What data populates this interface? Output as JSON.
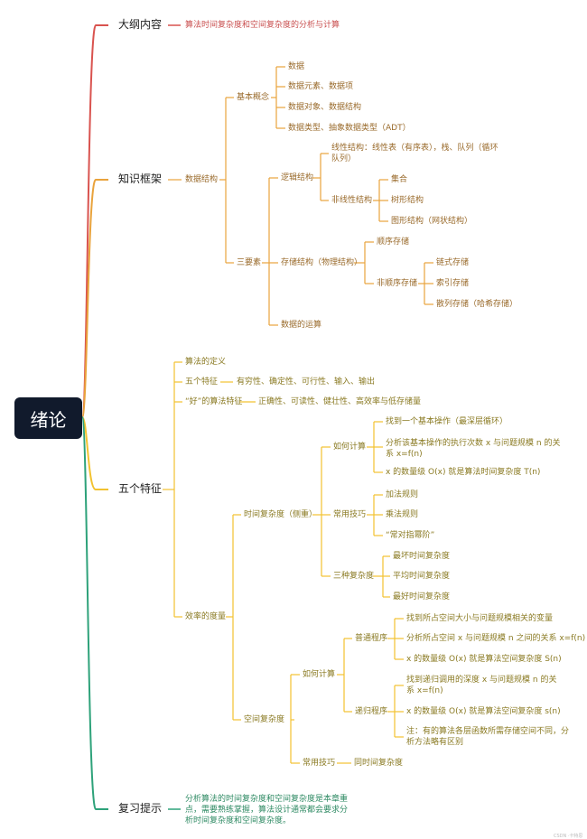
{
  "root": "绪论",
  "outline": {
    "label": "大纲内容",
    "note": "算法时间复杂度和空间复杂度的分析与计算"
  },
  "framework": {
    "label": "知识框架",
    "ds": "数据结构",
    "basic": {
      "label": "基本概念",
      "items": [
        "数据",
        "数据元素、数据项",
        "数据对象、数据结构",
        "数据类型、抽象数据类型（ADT）"
      ]
    },
    "three": "三要素",
    "logic": {
      "label": "逻辑结构",
      "linear": "线性结构：线性表（有序表），栈、队列（循环队列）",
      "nonlinear": "非线性结构",
      "nl_items": [
        "集合",
        "树形结构",
        "图形结构（网状结构）"
      ]
    },
    "storage": {
      "label": "存储结构（物理结构）",
      "seq": "顺序存储",
      "nonseq": "非顺序存储",
      "ns_items": [
        "链式存储",
        "索引存储",
        "散列存储（哈希存储）"
      ]
    },
    "ops": "数据的运算"
  },
  "five": {
    "label": "五个特征",
    "def": "算法的定义",
    "feat": "五个特征",
    "feat_note": "有穷性、确定性、可行性、输入、输出",
    "good": "“好”的算法特征",
    "good_note": "正确性、可读性、健壮性、高效率与低存储量",
    "eff": "效率的度量",
    "time": {
      "label": "时间复杂度（侧重）",
      "how": "如何计算",
      "how_items": [
        "找到一个基本操作（最深层循环）",
        "分析该基本操作的执行次数 x 与问题规模 n 的关系 x=f(n)",
        "x 的数量级 O(x) 就是算法时间复杂度 T(n)"
      ],
      "tips": "常用技巧",
      "tips_items": [
        "加法规则",
        "乘法规则",
        "“常对指幂阶”"
      ],
      "three": "三种复杂度",
      "three_items": [
        "最坏时间复杂度",
        "平均时间复杂度",
        "最好时间复杂度"
      ]
    },
    "space": {
      "label": "空间复杂度",
      "how": "如何计算",
      "normal": "普通程序",
      "normal_items": [
        "找到所占空间大小与问题规模相关的变量",
        "分析所占空间 x 与问题规模 n 之间的关系 x=f(n)",
        "x 的数量级 O(x) 就是算法空间复杂度 S(n)"
      ],
      "rec": "递归程序",
      "rec_items": [
        "找到递归调用的深度 x 与问题规模 n 的关系 x=f(n)",
        "x 的数量级 O(x) 就是算法空间复杂度 s(n)",
        "注：有的算法各层函数所需存储空间不同，分析方法略有区别"
      ],
      "tips": "常用技巧",
      "tips_note": "同时间复杂度"
    }
  },
  "review": {
    "label": "复习提示",
    "note": "分析算法的时间复杂度和空间复杂度是本章重点，需要熟练掌握，算法设计通常都会要求分析时间复杂度和空间复杂度。"
  },
  "watermark": "CSDN ·卡特思",
  "colors": {
    "red": "#c94f4f",
    "orange": "#e9a33c",
    "yellow": "#f2c230",
    "green": "#2ea27a",
    "root": "#111a2c"
  }
}
